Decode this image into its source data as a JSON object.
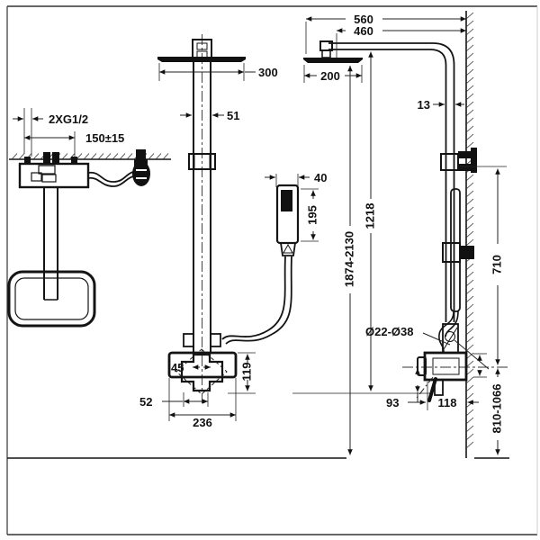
{
  "drawing": {
    "plan": {
      "thread_spec": "2XG1/2",
      "inlet_spacing": "150±15"
    },
    "front": {
      "head_width": "300",
      "pole_width": "51",
      "handset_width": "40",
      "handset_length": "195",
      "valve_size": "45",
      "valve_height": "119",
      "handle_offset": "52",
      "valve_width": "236"
    },
    "heights": {
      "riser_length": "1218",
      "overall_height": "1874-2130"
    },
    "side": {
      "overall_reach": "560",
      "arm_reach": "460",
      "head_depth": "200",
      "pipe_size": "13",
      "bracket_to_valve": "710",
      "clamp_range": "Ø22-Ø38",
      "outlet_drop": "93",
      "valve_depth": "118",
      "inlet_height": "810-1066"
    }
  }
}
